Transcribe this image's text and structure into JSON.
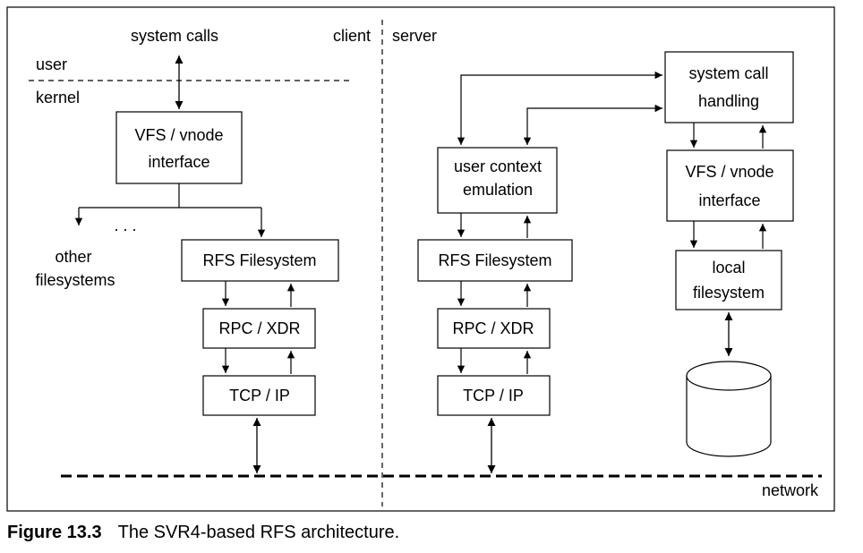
{
  "labels": {
    "system_calls": "system calls",
    "user": "user",
    "kernel": "kernel",
    "client": "client",
    "server": "server",
    "ellipsis": ". . .",
    "other_filesystems_1": "other",
    "other_filesystems_2": "filesystems",
    "network": "network"
  },
  "client_boxes": {
    "vfs_line1": "VFS / vnode",
    "vfs_line2": "interface",
    "rfs": "RFS Filesystem",
    "rpc": "RPC / XDR",
    "tcp": "TCP / IP"
  },
  "server_boxes": {
    "user_ctx_line1": "user context",
    "user_ctx_line2": "emulation",
    "rfs": "RFS Filesystem",
    "rpc": "RPC / XDR",
    "tcp": "TCP / IP",
    "syscall_line1": "system call",
    "syscall_line2": "handling",
    "vfs_line1": "VFS / vnode",
    "vfs_line2": "interface",
    "local_line1": "local",
    "local_line2": "filesystem"
  },
  "caption": {
    "number": "Figure 13.3",
    "text": "The SVR4-based RFS architecture."
  }
}
